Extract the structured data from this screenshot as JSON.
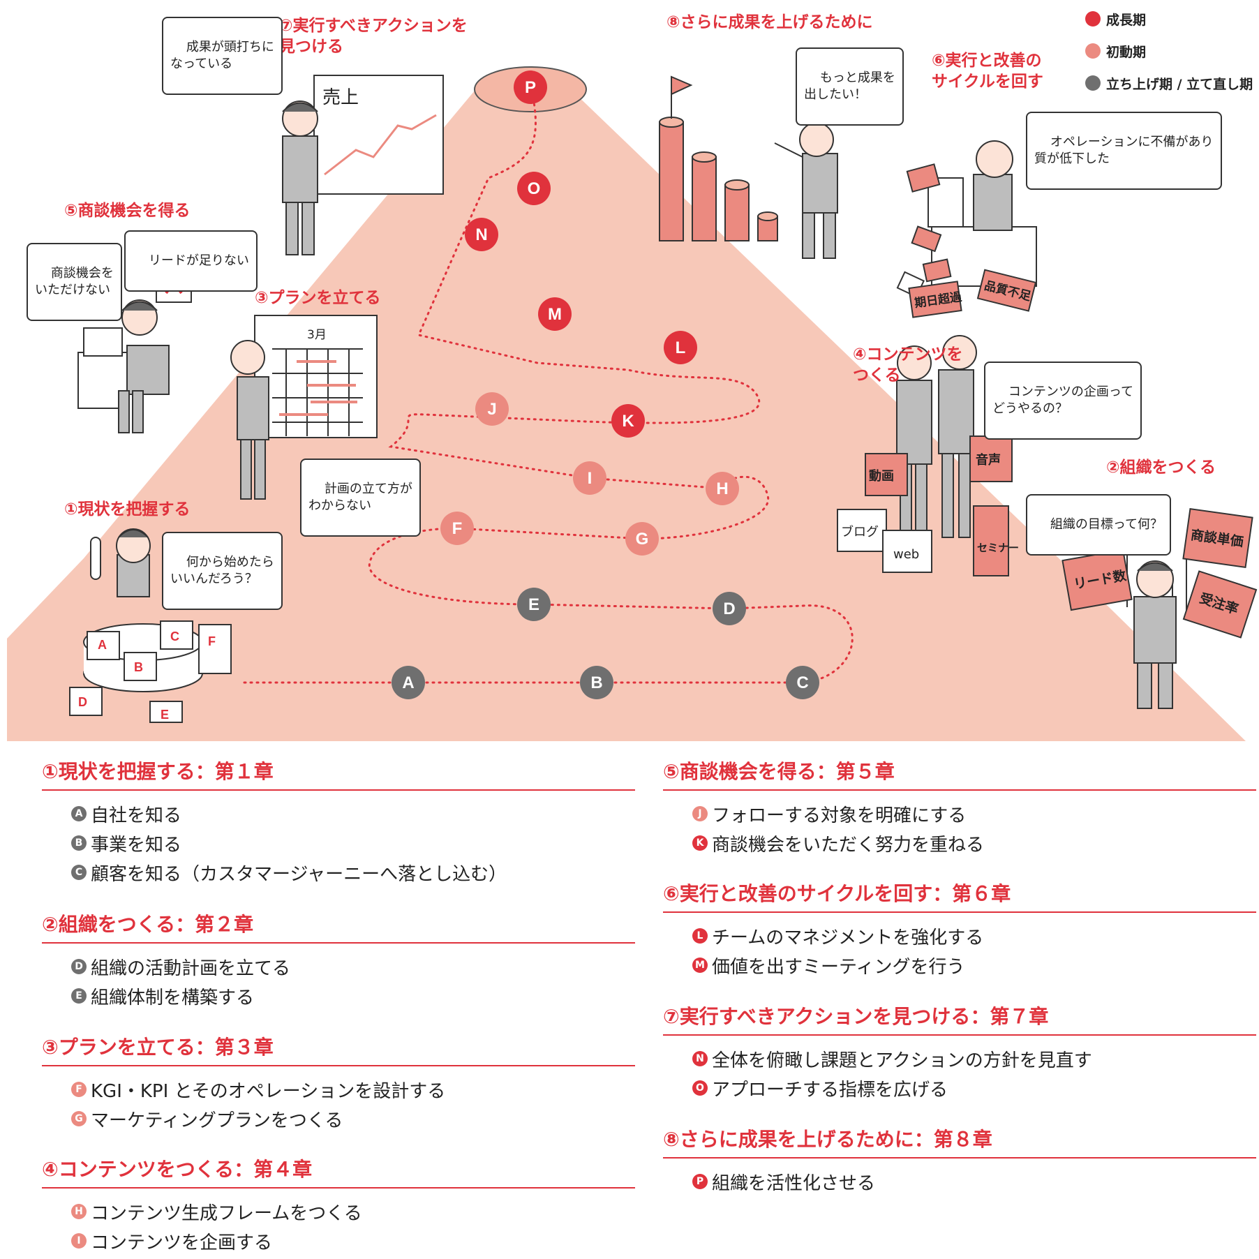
{
  "colors": {
    "growth": "#e0323c",
    "initial": "#eb8a80",
    "setup": "#6f6f6f",
    "mountain": "#f7c8b8",
    "accent": "#e0323c"
  },
  "legend": [
    {
      "label": "成長期",
      "color": "#e0323c"
    },
    {
      "label": "初動期",
      "color": "#eb8a80"
    },
    {
      "label": "立ち上げ期 / 立て直し期",
      "color": "#6f6f6f"
    }
  ],
  "path_nodes": [
    {
      "letter": "A",
      "phase": "setup"
    },
    {
      "letter": "B",
      "phase": "setup"
    },
    {
      "letter": "C",
      "phase": "setup"
    },
    {
      "letter": "D",
      "phase": "setup"
    },
    {
      "letter": "E",
      "phase": "setup"
    },
    {
      "letter": "F",
      "phase": "initial"
    },
    {
      "letter": "G",
      "phase": "initial"
    },
    {
      "letter": "H",
      "phase": "initial"
    },
    {
      "letter": "I",
      "phase": "initial"
    },
    {
      "letter": "J",
      "phase": "initial"
    },
    {
      "letter": "K",
      "phase": "growth"
    },
    {
      "letter": "L",
      "phase": "growth"
    },
    {
      "letter": "M",
      "phase": "growth"
    },
    {
      "letter": "N",
      "phase": "growth"
    },
    {
      "letter": "O",
      "phase": "growth"
    },
    {
      "letter": "P",
      "phase": "growth"
    }
  ],
  "stages": {
    "s1": "①現状を把握する",
    "s2": "②組織をつくる",
    "s3": "③プランを立てる",
    "s4": "④コンテンツを\nつくる",
    "s5": "⑤商談機会を得る",
    "s6": "⑥実行と改善の\nサイクルを回す",
    "s7": "⑦実行すべきアクションを\n見つける",
    "s8": "⑧さらに成果を上げるために"
  },
  "bubbles": {
    "b1": "何から始めたら\nいいんだろう？",
    "b2": "組織の目標って何？",
    "b3": "計画の立て方が\nわからない",
    "b4": "コンテンツの企画って\nどうやるの？",
    "b5a": "商談機会を\nいただけない",
    "b5b": "リードが足りない",
    "b6": "オペレーションに不備があり\n質が低下した",
    "b7": "成果が頭打ちに\nなっている",
    "b8": "もっと成果を\n出したい！"
  },
  "scene_labels": {
    "sales_board": "売上",
    "calendar_month": "3月",
    "flag_leads": "リード数",
    "flag_deal_price": "商談単価",
    "flag_win_rate": "受注率",
    "box_video": "動画",
    "box_audio": "音声",
    "box_blog": "ブログ",
    "box_web": "web",
    "box_seminar": "セミナー",
    "stamp_overdue": "期日超過",
    "stamp_quality": "品質不足",
    "doc_a": "A",
    "doc_b": "B",
    "doc_c": "C",
    "doc_d": "D",
    "doc_e": "E",
    "doc_f": "F"
  },
  "chapters_left": [
    {
      "heading": "①現状を把握する：第１章",
      "items": [
        {
          "letter": "A",
          "phase": "setup",
          "text": "自社を知る"
        },
        {
          "letter": "B",
          "phase": "setup",
          "text": "事業を知る"
        },
        {
          "letter": "C",
          "phase": "setup",
          "text": "顧客を知る（カスタマージャーニーへ落とし込む）"
        }
      ]
    },
    {
      "heading": "②組織をつくる：第２章",
      "items": [
        {
          "letter": "D",
          "phase": "setup",
          "text": "組織の活動計画を立てる"
        },
        {
          "letter": "E",
          "phase": "setup",
          "text": "組織体制を構築する"
        }
      ]
    },
    {
      "heading": "③プランを立てる：第３章",
      "items": [
        {
          "letter": "F",
          "phase": "initial",
          "text": "KGI・KPI とそのオペレーションを設計する"
        },
        {
          "letter": "G",
          "phase": "initial",
          "text": "マーケティングプランをつくる"
        }
      ]
    },
    {
      "heading": "④コンテンツをつくる：第４章",
      "items": [
        {
          "letter": "H",
          "phase": "initial",
          "text": "コンテンツ生成フレームをつくる"
        },
        {
          "letter": "I",
          "phase": "initial",
          "text": "コンテンツを企画する"
        }
      ]
    }
  ],
  "chapters_right": [
    {
      "heading": "⑤商談機会を得る：第５章",
      "items": [
        {
          "letter": "J",
          "phase": "initial",
          "text": "フォローする対象を明確にする"
        },
        {
          "letter": "K",
          "phase": "growth",
          "text": "商談機会をいただく努力を重ねる"
        }
      ]
    },
    {
      "heading": "⑥実行と改善のサイクルを回す：第６章",
      "items": [
        {
          "letter": "L",
          "phase": "growth",
          "text": "チームのマネジメントを強化する"
        },
        {
          "letter": "M",
          "phase": "growth",
          "text": "価値を出すミーティングを行う"
        }
      ]
    },
    {
      "heading": "⑦実行すべきアクションを見つける：第７章",
      "items": [
        {
          "letter": "N",
          "phase": "growth",
          "text": "全体を俯瞰し課題とアクションの方針を見直す"
        },
        {
          "letter": "O",
          "phase": "growth",
          "text": "アプローチする指標を広げる"
        }
      ]
    },
    {
      "heading": "⑧さらに成果を上げるために：第８章",
      "items": [
        {
          "letter": "P",
          "phase": "growth",
          "text": "組織を活性化させる"
        }
      ]
    }
  ]
}
